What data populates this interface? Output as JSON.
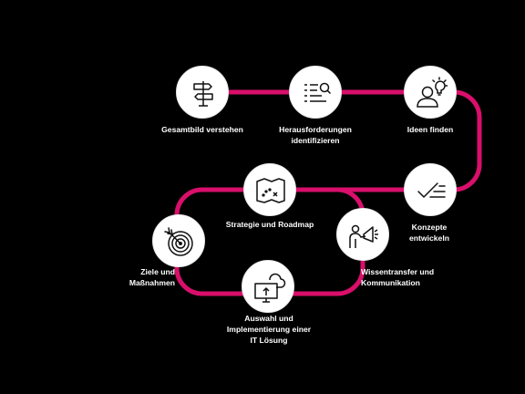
{
  "theme": {
    "background": "#000000",
    "accent": "#d90f6b",
    "node_fill": "#ffffff",
    "icon_color": "#111111",
    "label_color": "#ffffff"
  },
  "steps": [
    {
      "label_lines": [
        "Gesamtbild verstehen"
      ],
      "icon": "signpost-icon"
    },
    {
      "label_lines": [
        "Herausforderungen",
        "identifizieren"
      ],
      "icon": "list-search-icon"
    },
    {
      "label_lines": [
        "Ideen finden"
      ],
      "icon": "person-lightbulb-icon"
    },
    {
      "label_lines": [
        "Konzepte",
        "entwickeln"
      ],
      "icon": "check-lines-icon"
    },
    {
      "label_lines": [
        "Strategie und Roadmap"
      ],
      "icon": "treasure-map-icon"
    },
    {
      "label_lines": [
        "Wissentransfer und",
        "Kommunikation"
      ],
      "icon": "person-megaphone-icon"
    },
    {
      "label_lines": [
        "Auswahl und",
        "Implementierung einer",
        "IT Lösung"
      ],
      "icon": "cloud-upload-monitor-icon"
    },
    {
      "label_lines": [
        "Ziele und",
        "Maßnahmen"
      ],
      "icon": "target-arrow-icon"
    }
  ]
}
